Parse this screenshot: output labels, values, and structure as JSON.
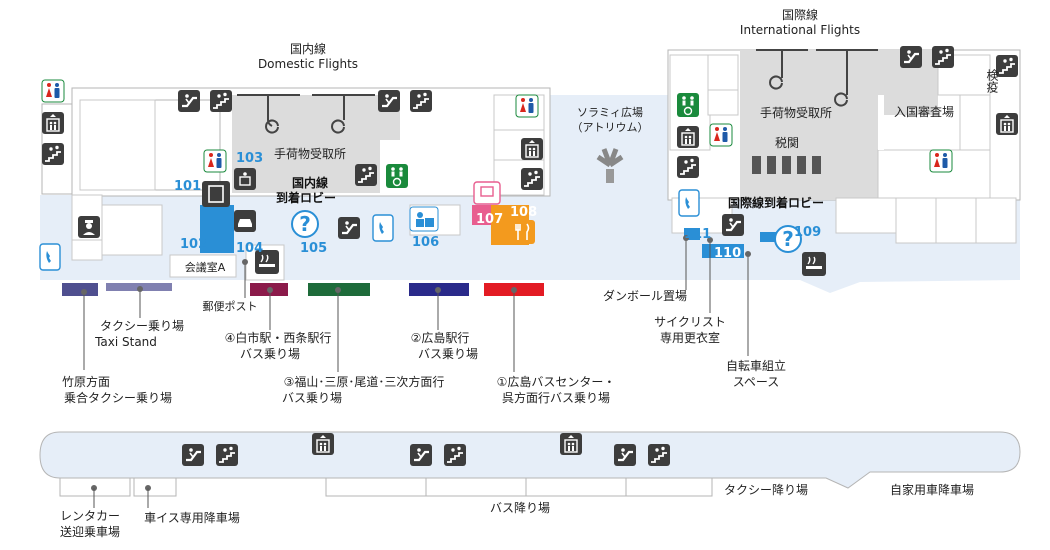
{
  "colors": {
    "corridor": "#e6eef8",
    "pictogram_dark": "#3d3d3d",
    "restroom_male": "#1e5aa8",
    "restroom_female": "#d9261c",
    "accessible_green": "#1a8a3c",
    "phone_blue": "#2a8fd6",
    "number_blue": "#2a8fd6",
    "shop_pink": "#e85d8f",
    "restaurant_orange": "#f39a1e",
    "stop_taxi": "#4f4f8f",
    "stop_taxi_stand": "#8080b0",
    "stop_4": "#8b1a4a",
    "stop_3": "#1e6b3a",
    "stop_2": "#2a2a8a",
    "stop_1": "#e31b23"
  },
  "areas": {
    "domestic": {
      "ja": "国内線",
      "en": "Domestic Flights"
    },
    "international": {
      "ja": "国際線",
      "en": "International Flights"
    },
    "domestic_baggage": "手荷物受取所",
    "international_baggage": "手荷物受取所",
    "domestic_arrival_line1": "国内線",
    "domestic_arrival_line2": "到着ロビー",
    "international_arrival": "国際線到着ロビー",
    "customs": "税関",
    "immigration": "入国審査場",
    "quarantine": "検疫",
    "atrium_line1": "ソラミィ広場",
    "atrium_line2": "（アトリウム）",
    "meeting_room": "会議室A"
  },
  "room_numbers": [
    "101",
    "102",
    "103",
    "104",
    "105",
    "106",
    "107",
    "108",
    "109",
    "110",
    "111"
  ],
  "labels": {
    "postbox": "郵便ポスト",
    "taxi_line1": "タクシー乗り場",
    "taxi_line2": "Taxi Stand",
    "stop4_line1": "④白市駅・西条駅行",
    "stop4_line2": "バス乗り場",
    "stop2_line1": "②広島駅行",
    "stop2_line2": "バス乗り場",
    "stop3_line1": "③福山･三原･尾道･三次方面行",
    "stop3_line2": "バス乗り場",
    "stop1_line1": "①広島バスセンター・",
    "stop1_line2": "呉方面行バス乗り場",
    "takehara_line1": "竹原方面",
    "takehara_line2": "乗合タクシー乗り場",
    "cardboard": "ダンボール置場",
    "cyclist_line1": "サイクリスト",
    "cyclist_line2": "専用更衣室",
    "bike_line1": "自転車組立",
    "bike_line2": "スペース",
    "rental_line1": "レンタカー",
    "rental_line2": "送迎乗車場",
    "wheelchair_drop": "車イス専用降車場",
    "bus_drop": "バス降り場",
    "taxi_drop": "タクシー降り場",
    "private_drop": "自家用車降車場"
  },
  "icons": [
    "male-female-restroom-icon",
    "escalator-icon",
    "stairs-icon",
    "elevator-icon",
    "phone-icon",
    "information-icon",
    "smoking-area-icon",
    "accessible-restroom-icon",
    "police-icon",
    "atm-icon",
    "restaurant-icon",
    "shop-icon",
    "locker-icon",
    "baby-room-icon",
    "baggage-carousel-icon",
    "atrium-icon"
  ]
}
